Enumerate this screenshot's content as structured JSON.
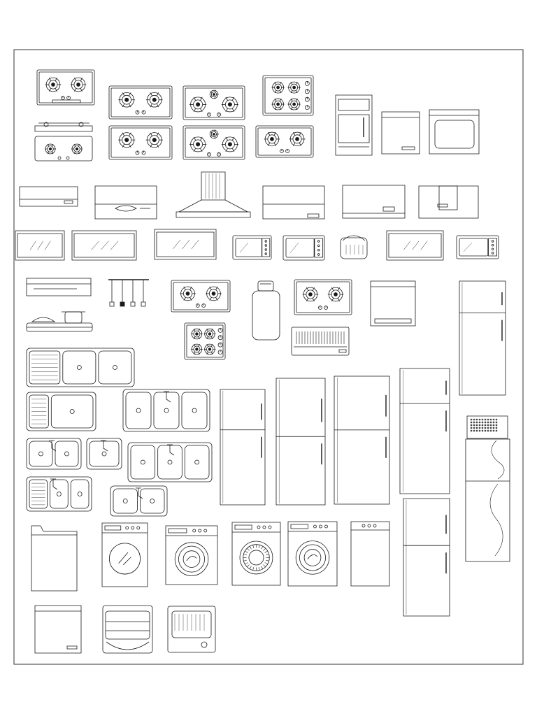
{
  "sheet": {
    "line_color": "#1a1a1a",
    "paper_color": "#ffffff",
    "frame_color": "#333333"
  },
  "blocks": [
    {
      "name": "gas-hob-2-burner-block",
      "icon": "gas-hob-icon"
    },
    {
      "name": "gas-hob-3-burner-block",
      "icon": "gas-hob-icon"
    },
    {
      "name": "gas-hob-4-burner-block",
      "icon": "gas-hob-icon"
    },
    {
      "name": "table-top-stove-block",
      "icon": "stove-icon"
    },
    {
      "name": "built-in-oven-block",
      "icon": "oven-icon"
    },
    {
      "name": "dishwasher-front-block",
      "icon": "dishwasher-icon"
    },
    {
      "name": "range-hood-block",
      "icon": "range-hood-icon"
    },
    {
      "name": "chimney-hood-block",
      "icon": "chimney-hood-icon"
    },
    {
      "name": "wall-cabinet-glass-block",
      "icon": "cabinet-icon"
    },
    {
      "name": "microwave-block",
      "icon": "microwave-icon"
    },
    {
      "name": "rice-cooker-block",
      "icon": "rice-cooker-icon"
    },
    {
      "name": "utensil-rail-block",
      "icon": "utensil-rail-icon"
    },
    {
      "name": "gas-cylinder-block",
      "icon": "gas-cylinder-icon"
    },
    {
      "name": "dish-rack-block",
      "icon": "dish-rack-icon"
    },
    {
      "name": "kitchen-sink-block",
      "icon": "sink-icon"
    },
    {
      "name": "refrigerator-block",
      "icon": "refrigerator-icon"
    },
    {
      "name": "washing-machine-block",
      "icon": "washing-machine-icon"
    },
    {
      "name": "top-loader-washer-block",
      "icon": "washer-top-icon"
    }
  ]
}
